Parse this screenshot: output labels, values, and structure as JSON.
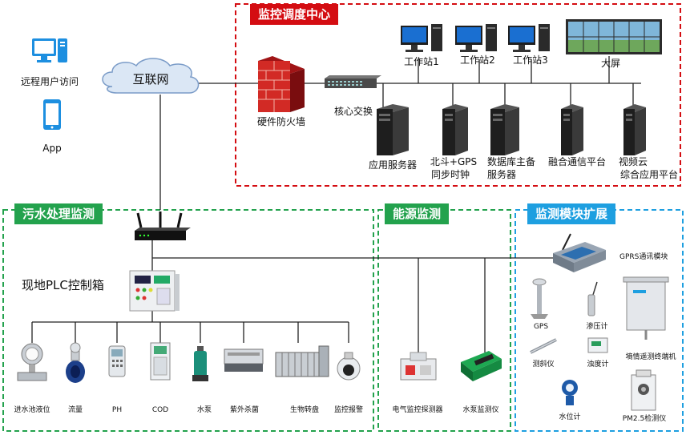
{
  "sections": {
    "monitoring_center": "监控调度中心",
    "sewage": "污水处理监测",
    "energy": "能源监测",
    "expansion": "监测模块扩展"
  },
  "remote": {
    "user_label": "远程用户访问",
    "app_label": "App",
    "internet_label": "互联网"
  },
  "center": {
    "firewall": "硬件防火墙",
    "core_switch": "核心交换",
    "workstations": [
      "工作站1",
      "工作站2",
      "工作站3"
    ],
    "big_screen": "大屏",
    "servers": [
      {
        "line1": "应用服务器",
        "line2": ""
      },
      {
        "line1": "北斗+GPS",
        "line2": "同步时钟"
      },
      {
        "line1": "数据库主备",
        "line2": "服务器"
      },
      {
        "line1": "融合通信平台",
        "line2": ""
      },
      {
        "line1": "视频云",
        "line2": "综合应用平台"
      }
    ]
  },
  "sewage": {
    "plc_label": "现地PLC控制箱",
    "devices": [
      "进水池液位",
      "流量",
      "PH",
      "COD",
      "水泵",
      "紫外杀菌",
      "生物转盘",
      "监控报警"
    ]
  },
  "energy": {
    "devices": [
      "电气监控探测器",
      "水泵监测仪"
    ]
  },
  "expansion": {
    "gprs": "GPRS通讯模块",
    "gps": "GPS",
    "piezometer": "渗压计",
    "inclinometer": "测斜仪",
    "turbidimeter": "浊度计",
    "terminal": "墒情遥测终端机",
    "water_level": "水位计",
    "pm25": "PM2.5检测仪"
  },
  "colors": {
    "red": "#d40d12",
    "green": "#23a24d",
    "blue": "#1e9fe0"
  }
}
